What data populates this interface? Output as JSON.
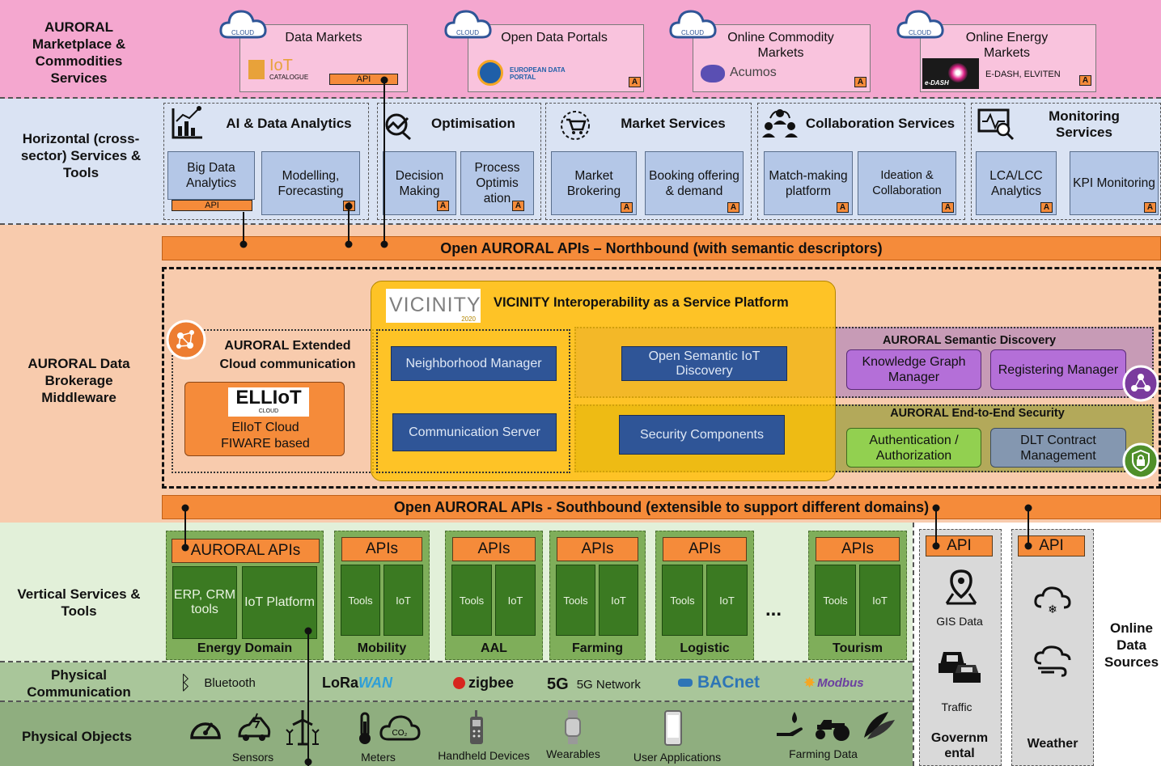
{
  "bands": {
    "marketplace": "AURORAL Marketplace & Commodities Services",
    "horizontal": "Horizontal (cross-sector) Services & Tools",
    "middleware": "AURORAL Data Brokerage Middleware",
    "vertical": "Vertical Services & Tools",
    "physical_comm": "Physical Communication",
    "physical_objects": "Physical Objects",
    "online_sources": "Online Data Sources"
  },
  "markets": [
    {
      "title": "Data Markets",
      "logo": "IoT",
      "logo_sub": "CATALOGUE",
      "api": "API"
    },
    {
      "title": "Open Data Portals",
      "logo": "EUROPEAN DATA PORTAL",
      "badge": "A"
    },
    {
      "title": "Online Commodity Markets",
      "logo": "Acumos",
      "badge": "A"
    },
    {
      "title": "Online Energy Markets",
      "logo": "e-DASH",
      "logo_text": "E-DASH, ELVITEN",
      "badge": "A"
    }
  ],
  "cloud_label": "CLOUD",
  "horizontal": {
    "groups": [
      {
        "title": "AI & Data Analytics",
        "items": [
          "Big Data Analytics",
          "Modelling, Forecasting"
        ]
      },
      {
        "title": "Optimisation",
        "items": [
          "Decision Making",
          "Process Optimis ation"
        ]
      },
      {
        "title": "Market Services",
        "items": [
          "Market Brokering",
          "Booking offering & demand"
        ]
      },
      {
        "title": "Collaboration Services",
        "items": [
          "Match-making platform",
          "Ideation & Collaboration"
        ]
      },
      {
        "title": "Monitoring Services",
        "items": [
          "LCA/LCC Analytics",
          "KPI Monitoring"
        ]
      }
    ],
    "api_label": "API",
    "badge": "A"
  },
  "northbound": "Open AURORAL APIs – Northbound (with semantic descriptors)",
  "southbound": "Open AURORAL APIs - Southbound (extensible to support different domains)",
  "middleware": {
    "vicinity_logo": "VICINITY",
    "vicinity_year": "2020",
    "vicinity_title": "VICINITY Interoperability as a Service Platform",
    "extended_title": "AURORAL Extended Cloud communication",
    "elliot_logo": "ELLIoT",
    "elliot_logo_sub": "CLOUD",
    "elliot_text": "ElIoT Cloud FIWARE based",
    "neighborhood": "Neighborhood Manager",
    "comm_server": "Communication Server",
    "open_semantic": "Open Semantic IoT Discovery",
    "security_components": "Security Components",
    "semantic_title": "AURORAL Semantic Discovery",
    "knowledge_graph": "Knowledge Graph Manager",
    "registering": "Registering Manager",
    "security_title": "AURORAL End-to-End Security",
    "auth": "Authentication / Authorization",
    "dlt": "DLT Contract Management"
  },
  "vertical": {
    "energy": {
      "api": "AURORAL APIs",
      "tool1": "ERP, CRM tools",
      "tool2": "IoT Platform",
      "label": "Energy Domain"
    },
    "domains": [
      {
        "api": "APIs",
        "tools": "Tools",
        "iot": "IoT",
        "label": "Mobility"
      },
      {
        "api": "APIs",
        "tools": "Tools",
        "iot": "IoT",
        "label": "AAL"
      },
      {
        "api": "APIs",
        "tools": "Tools",
        "iot": "IoT",
        "label": "Farming"
      },
      {
        "api": "APIs",
        "tools": "Tools",
        "iot": "IoT",
        "label": "Logistic"
      },
      {
        "api": "APIs",
        "tools": "Tools",
        "iot": "IoT",
        "label": "Tourism"
      }
    ],
    "ellipsis": "..."
  },
  "online": {
    "gov": {
      "api": "API",
      "gis": "GIS Data",
      "traffic": "Traffic",
      "label": "Governm ental"
    },
    "weather": {
      "api": "API",
      "label": "Weather"
    }
  },
  "protocols": {
    "bluetooth": "Bluetooth",
    "lorawan_a": "LoRa",
    "lorawan_b": "WAN",
    "zigbee": "zigbee",
    "fiveg_logo": "5G",
    "fiveg": "5G Network",
    "bacnet": "BACnet",
    "modbus": "Modbus"
  },
  "objects": {
    "sensors": "Sensors",
    "meters": "Meters",
    "handheld": "Handheld Devices",
    "wearables": "Wearables",
    "user_apps": "User Applications",
    "farming": "Farming Data",
    "co2": "CO₂"
  },
  "colors": {
    "marketplace": "#f4a7cf",
    "horizontal": "#dae3f3",
    "middleware": "#f8cbad",
    "vertical": "#e2f0d9",
    "physical_comm": "#a9c69a",
    "physical_objects": "#8fae7f",
    "orange": "#f58b3a",
    "vicinity": "#ffc000",
    "blue": "#2f5597",
    "purple": "#b46fd8",
    "green": "#92d050",
    "grey": "#8497b0"
  }
}
